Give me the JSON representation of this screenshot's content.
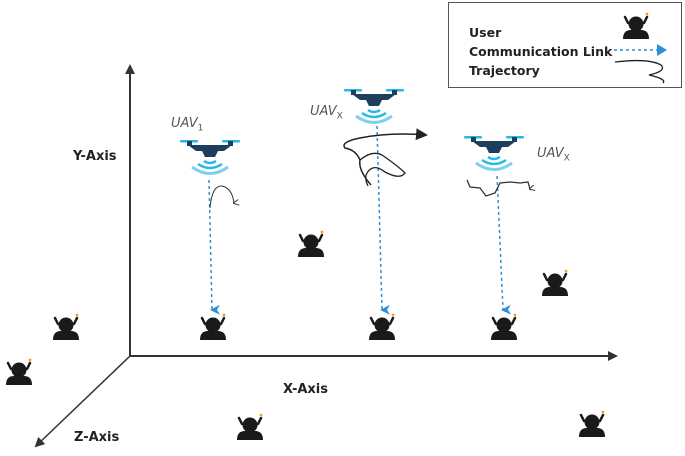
{
  "legend": {
    "items": [
      {
        "label": "User",
        "symbol": "user-icon"
      },
      {
        "label": "Communication Link",
        "symbol": "dashed-arrow"
      },
      {
        "label": "Trajectory",
        "symbol": "curve-line"
      }
    ]
  },
  "axes": {
    "x": "X-Axis",
    "y": "Y-Axis",
    "z": "Z-Axis"
  },
  "uavs": [
    {
      "name": "UAV",
      "subscript": "1"
    },
    {
      "name": "UAV",
      "subscript": "X"
    },
    {
      "name": "UAV",
      "subscript": "X"
    }
  ],
  "colors": {
    "drone_body": "#1d3f5e",
    "rotor": "#29b6e8",
    "link": "#2f8fd6",
    "axis": "#333333",
    "user": "#1a1a1a",
    "antenna_dot": "#f0a020"
  }
}
